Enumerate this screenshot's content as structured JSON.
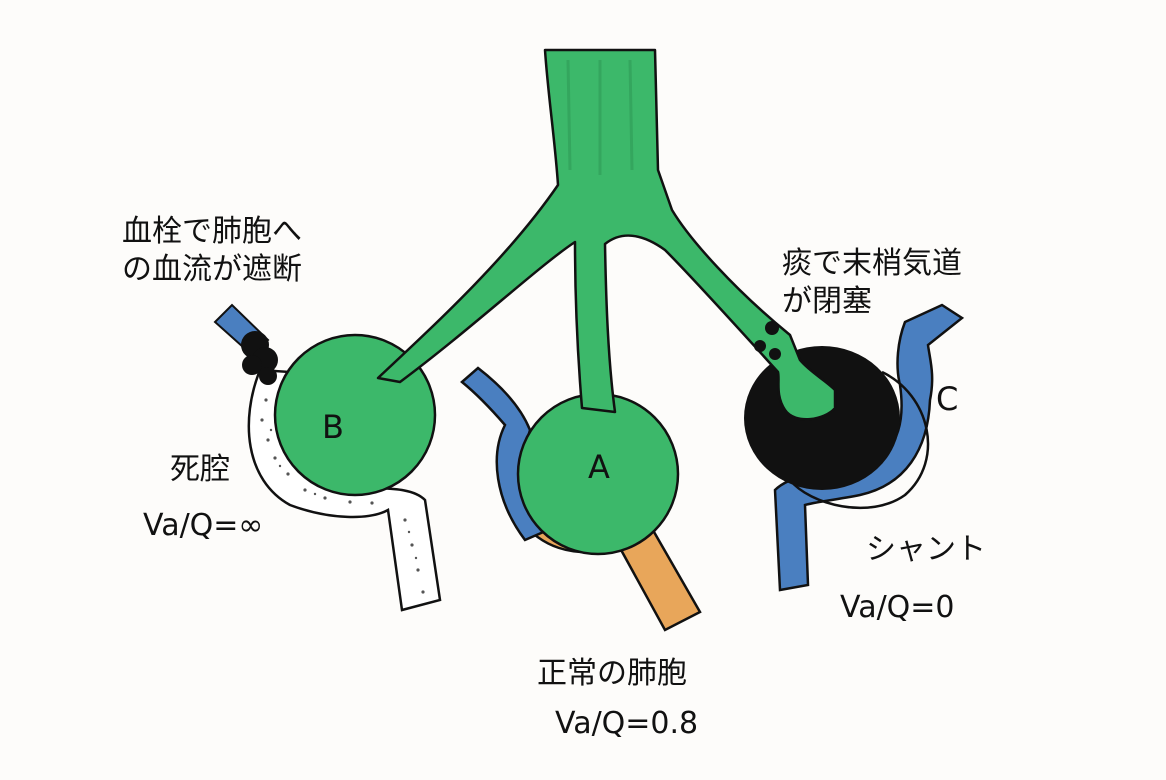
{
  "labels": {
    "b_note_line1": "血栓で肺胞へ",
    "b_note_line2": "の血流が遮断",
    "c_note_line1": "痰で末梢気道",
    "c_note_line2": "が閉塞",
    "letter_a": "A",
    "letter_b": "B",
    "letter_c": "C",
    "dead_space": "死腔",
    "dead_space_ratio": "Va/Q=∞",
    "normal": "正常の肺胞",
    "normal_ratio": "Va/Q=0.8",
    "shunt": "シャント",
    "shunt_ratio": "Va/Q=0"
  },
  "colors": {
    "airway": "#3cb86a",
    "deoxygenated_blood": "#4a7fc0",
    "oxygenated_blood": "#e8a65a",
    "occlusion": "#111111",
    "ink": "#111111"
  }
}
